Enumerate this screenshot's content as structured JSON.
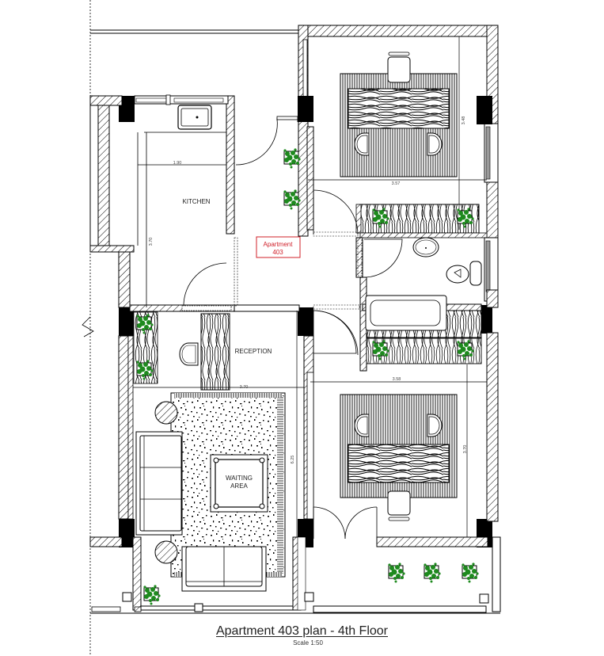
{
  "drawing": {
    "title": "Apartment 403 plan - 4th Floor",
    "scale": "Scale 1:50",
    "apartment_tag": {
      "line1": "Apartment",
      "line2": "403",
      "color": "#d0202a"
    }
  },
  "rooms": [
    {
      "name": "kitchen",
      "label": "KITCHEN"
    },
    {
      "name": "reception",
      "label": "RECEPTION"
    },
    {
      "name": "waiting-area",
      "label_line1": "WAITING",
      "label_line2": "AREA"
    },
    {
      "name": "bedroom-top",
      "label": ""
    },
    {
      "name": "bathroom",
      "label": ""
    },
    {
      "name": "bedroom-bottom",
      "label": ""
    }
  ],
  "dimensions": {
    "kitchen_width": "1.90",
    "kitchen_length": "3.70",
    "bedroom_top_width": "3.57",
    "bedroom_top_length": "3.48",
    "reception_width": "3.70",
    "waiting_length": "6.25",
    "bedroom_bottom_width": "3.58",
    "bedroom_bottom_length": "3.70"
  },
  "colors": {
    "plant": "#1e8a1e",
    "wall": "#000000",
    "tag": "#d0202a"
  }
}
